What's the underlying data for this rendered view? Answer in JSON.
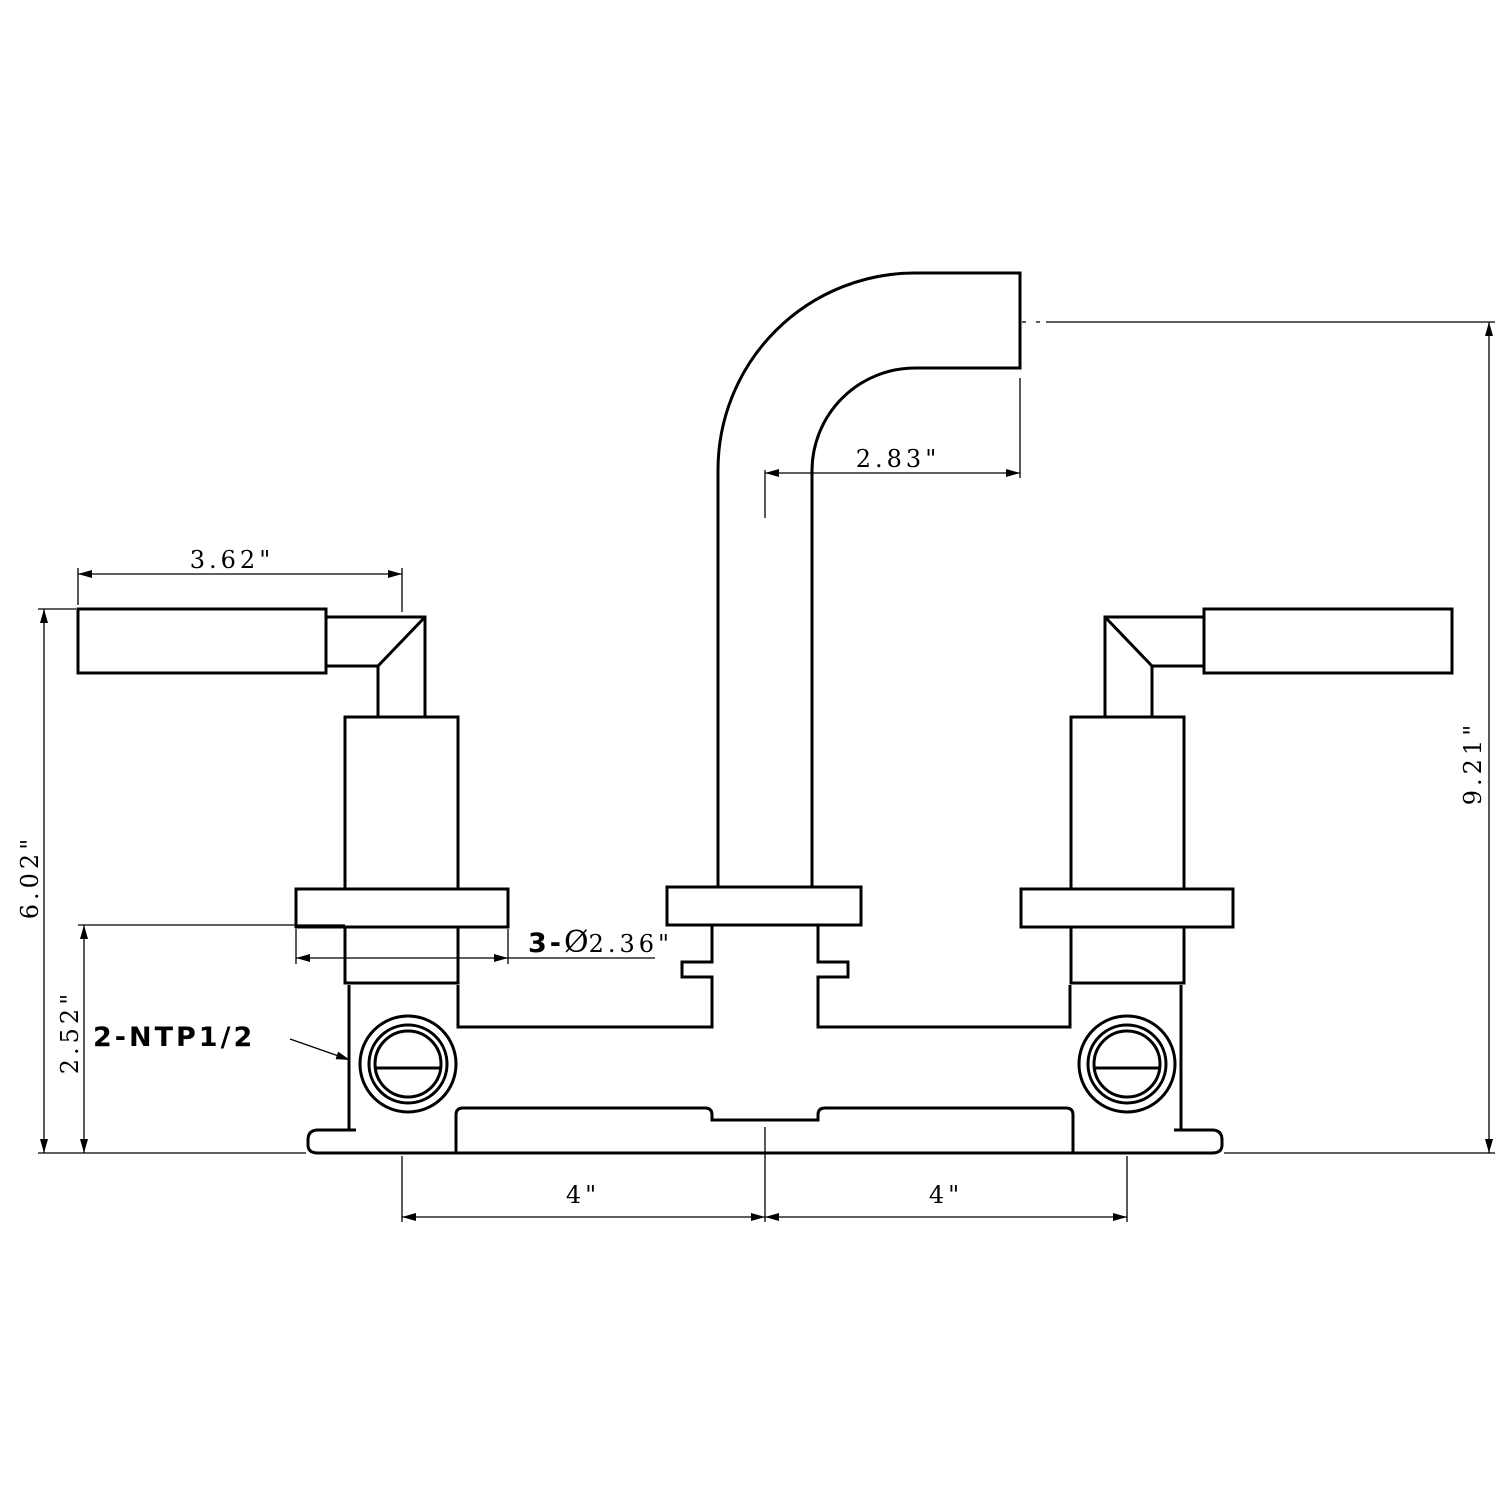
{
  "dimensions": {
    "handle_length": "3.62\"",
    "spout_reach": "2.83\"",
    "overall_height": "9.21\"",
    "handle_height": "6.02\"",
    "valve_height": "2.52\"",
    "hole_diameter_prefix": "3-",
    "hole_diameter_symbol": "Ø",
    "hole_diameter_value": "2.36\"",
    "left_spacing": "4\"",
    "right_spacing": "4\""
  },
  "callouts": {
    "inlet_connection": "2-NTP1/2"
  }
}
